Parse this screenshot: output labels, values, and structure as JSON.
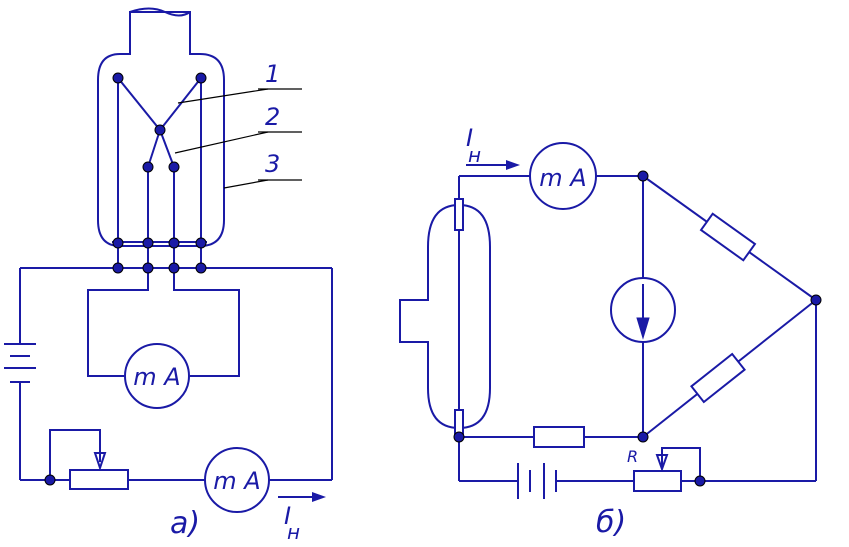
{
  "colors": {
    "line": "#1a1aa6",
    "leader": "#000000",
    "background": "#ffffff"
  },
  "diagram_a": {
    "caption": "а)",
    "current_symbol": "I",
    "current_subscript": "н",
    "callouts": [
      "1",
      "2",
      "3"
    ],
    "meter_top_label": "m A",
    "meter_bottom_label": "m A"
  },
  "diagram_b": {
    "caption": "б)",
    "current_symbol": "I",
    "current_subscript": "н",
    "meter_label": "m A",
    "resistor_label": "R"
  }
}
